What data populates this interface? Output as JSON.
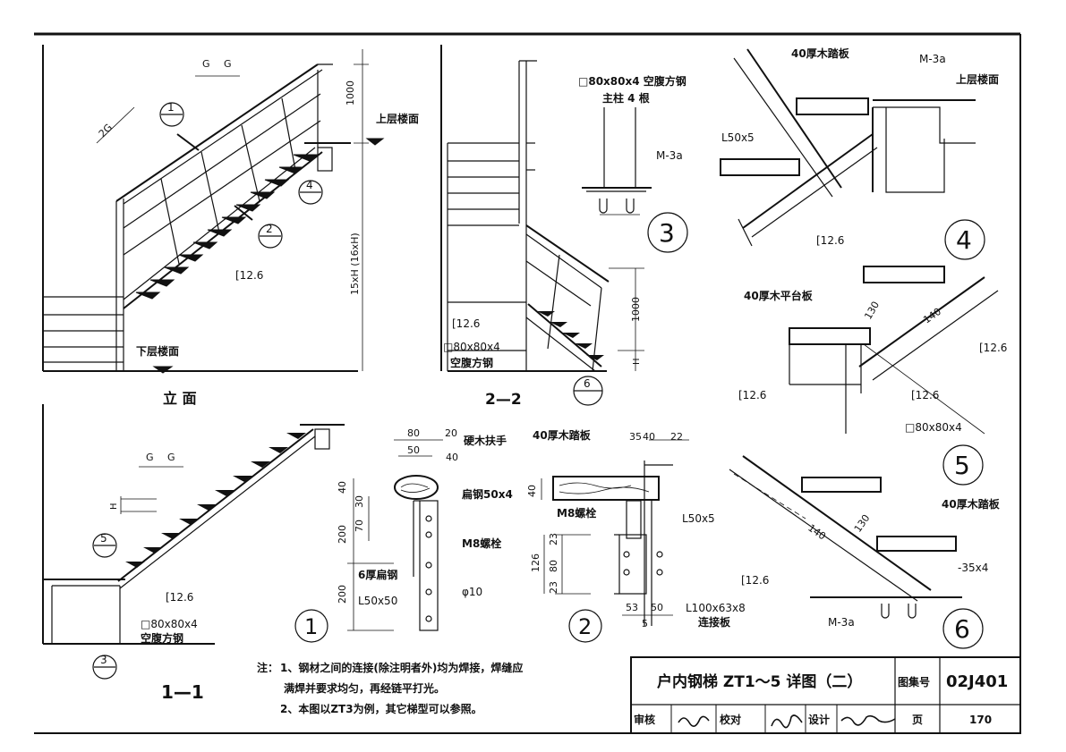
{
  "sheet": {
    "title": "户内钢梯 ZT1～5 详图（二）",
    "atlas_label": "图集号",
    "atlas_no": "02J401",
    "page_label": "页",
    "page_no": "170",
    "review_label": "审核",
    "check_label": "校对",
    "design_label": "设计"
  },
  "notes": {
    "prefix": "注：",
    "line1": "1、钢材之间的连接(除注明者外)均为焊接，焊缝应",
    "line2": "满焊并要求均匀，再经链平打光。",
    "line3": "2、本图以ZT3为例，其它梯型可以参照。"
  },
  "elevation": {
    "caption": "立  面",
    "dim_1000": "1000",
    "dim_15xH": "15xH (16xH)",
    "upper_floor": "上层楼面",
    "lower_floor": "下层楼面",
    "c126": "[12.6",
    "g": "G",
    "two_g": "2G",
    "ref1": "1",
    "ref2": "2",
    "ref4": "4"
  },
  "section22": {
    "caption": "2—2",
    "c126": "[12.6",
    "tube": "□80x80x4",
    "tube_name": "空腹方钢",
    "dim_1000": "1000",
    "h": "H",
    "ref6": "6"
  },
  "section11": {
    "caption": "1—1",
    "c126": "[12.6",
    "tube": "□80x80x4",
    "tube_name": "空腹方钢",
    "g": "G",
    "h": "H",
    "ref5": "5",
    "ref3": "3"
  },
  "detail1": {
    "num": "1",
    "d80": "80",
    "d20": "20",
    "d50": "50",
    "d40a": "40",
    "d40b": "40",
    "d30": "30",
    "d70": "70",
    "d200a": "200",
    "d200b": "200",
    "handrail": "硬木扶手",
    "flat": "扁钢50x4",
    "bolt": "M8螺栓",
    "plate6": "6厚扁钢",
    "angle": "L50x50",
    "phi": "φ10"
  },
  "detail2": {
    "num": "2",
    "tread": "40厚木踏板",
    "d35": "35",
    "d40": "40",
    "d22": "22",
    "d40v": "40",
    "bolt": "M8螺栓",
    "angle": "L50x5",
    "d23a": "23",
    "d80": "80",
    "d23b": "23",
    "d126": "126",
    "d53": "53",
    "d50": "50",
    "d5": "5",
    "plate": "L100x63x8",
    "plate_name": "连接板"
  },
  "detail3": {
    "num": "3",
    "tube": "□80x80x4 空腹方钢",
    "posts": "主柱 4 根",
    "anchor": "M-3a"
  },
  "detail4": {
    "num": "4",
    "tread": "40厚木踏板",
    "anchor": "M-3a",
    "upper_floor": "上层楼面",
    "angle": "L50x5",
    "c126": "[12.6"
  },
  "detail5": {
    "num": "5",
    "platform": "40厚木平台板",
    "d130": "130",
    "d140": "140",
    "c126a": "[12.6",
    "c126b": "[12.6",
    "c126c": "[12.6",
    "tube": "□80x80x4"
  },
  "detail6": {
    "num": "6",
    "tread": "40厚木踏板",
    "d140": "140",
    "d130": "130",
    "flat": "-35x4",
    "c126": "[12.6",
    "anchor": "M-3a"
  }
}
